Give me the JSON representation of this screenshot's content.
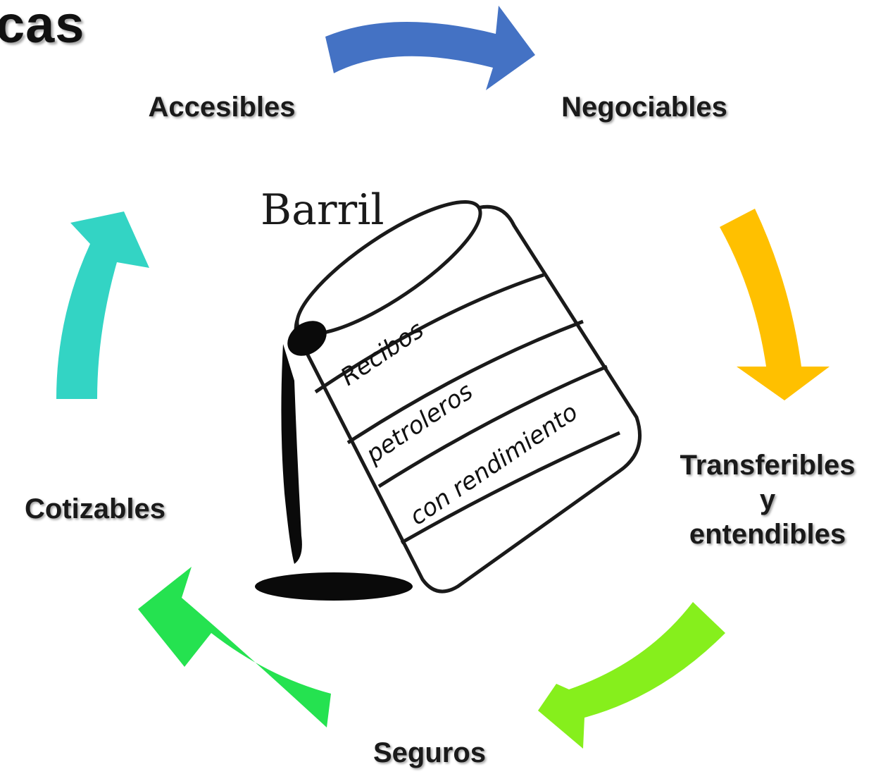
{
  "slide": {
    "title_fragment": "cas"
  },
  "cycle": {
    "items": [
      {
        "label": "Accesibles"
      },
      {
        "label": "Negociables"
      },
      {
        "label": "Transferibles\ny\nentendibles"
      },
      {
        "label": "Seguros"
      },
      {
        "label": "Cotizables"
      }
    ],
    "arrow_colors": {
      "accesibles_to_negociables": "#4472C4",
      "negociables_to_transferibles": "#FFC000",
      "transferibles_to_seguros": "#86EF1C",
      "seguros_to_cotizables": "#25E250",
      "cotizables_to_accesibles": "#33D4C4"
    }
  },
  "barrel": {
    "title": "Barril",
    "band_text": [
      "Recibos",
      "petroleros",
      "con rendimiento"
    ]
  }
}
